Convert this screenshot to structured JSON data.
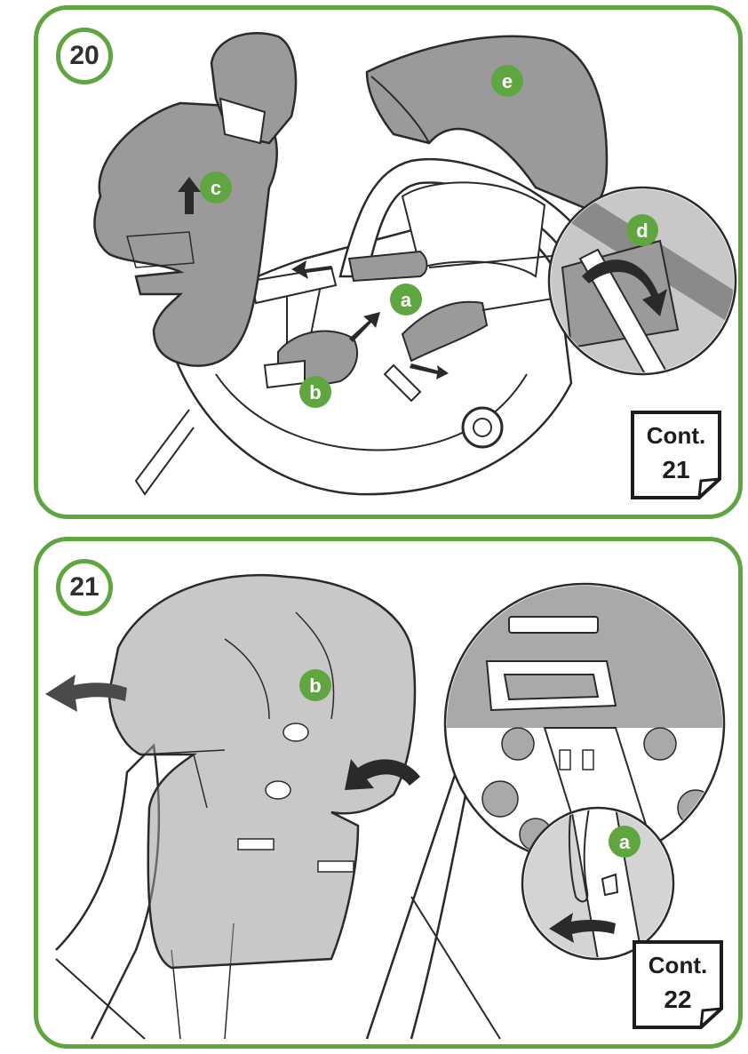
{
  "colors": {
    "frame": "#5fa641",
    "callout_fill": "#5fa641",
    "part_fill": "#9a9a9a",
    "line": "#2a2a2a"
  },
  "steps": [
    {
      "number": "20",
      "labels": {
        "a": "a",
        "b": "b",
        "c": "c",
        "d": "d",
        "e": "e"
      },
      "cont": {
        "line1": "Cont.",
        "line2": "21"
      }
    },
    {
      "number": "21",
      "labels": {
        "a": "a",
        "b": "b"
      },
      "cont": {
        "line1": "Cont.",
        "line2": "22"
      }
    }
  ],
  "icons": [
    "arrow-up-icon",
    "arrow-right-icon",
    "curved-arrow-icon",
    "arrow-left-icon"
  ]
}
